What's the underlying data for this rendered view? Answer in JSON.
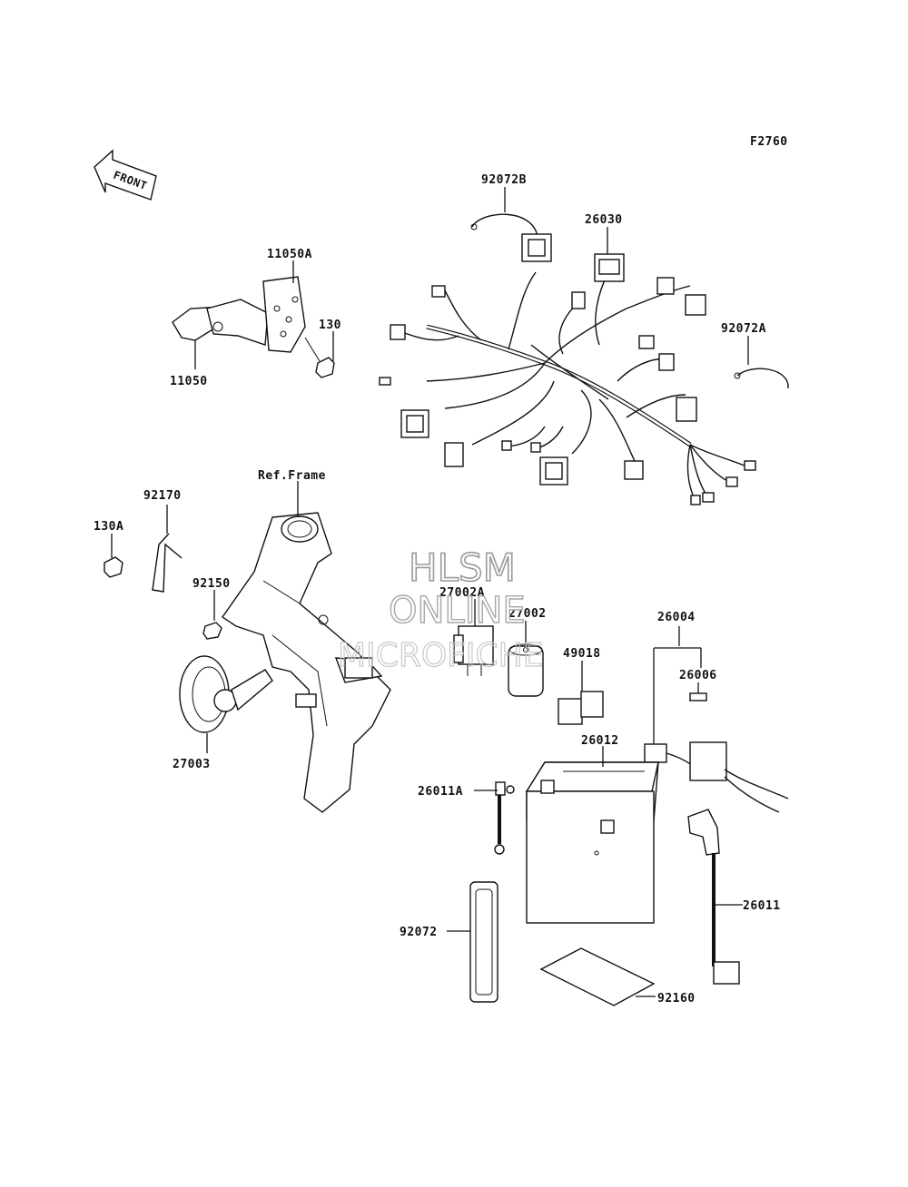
{
  "figure_code": "F2760",
  "front_arrow": "FRONT",
  "labels": {
    "p92072B": "92072B",
    "p26030": "26030",
    "p11050A": "11050A",
    "p130": "130",
    "p11050": "11050",
    "p92072A": "92072A",
    "ref_frame": "Ref.Frame",
    "p92170": "92170",
    "p130A": "130A",
    "p92150": "92150",
    "p27002A": "27002A",
    "p27002": "27002",
    "p26004": "26004",
    "p26006": "26006",
    "p49018": "49018",
    "p27003": "27003",
    "p26012": "26012",
    "p26011A": "26011A",
    "p26011": "26011",
    "p92072": "92072",
    "p92160": "92160"
  },
  "watermark": {
    "line1": "HLSM",
    "line2": "ONLINE",
    "line3": "MICROFICHE"
  }
}
